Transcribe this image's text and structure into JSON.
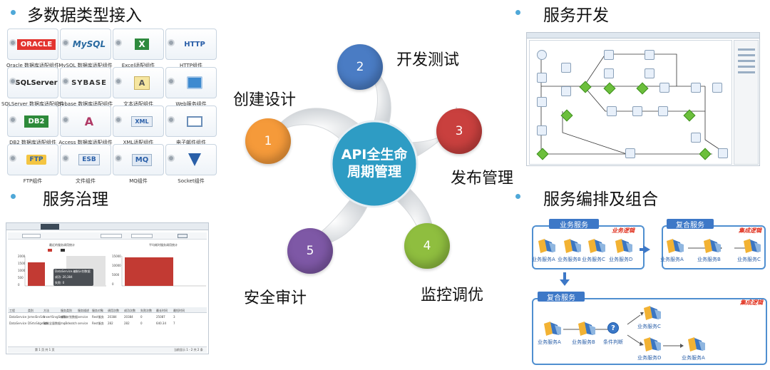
{
  "sections": {
    "data_access": "多数据类型接入",
    "service_dev": "服务开发",
    "governance": "服务治理",
    "orchestration": "服务编排及组合"
  },
  "connectors": [
    {
      "logo": "ORACLE",
      "label": "Oracle 数据库适配组件",
      "icon": "oracle-logo-icon"
    },
    {
      "logo": "MySQL",
      "label": "MySQL 数据库适配组件",
      "icon": "mysql-logo-icon"
    },
    {
      "logo": "X",
      "label": "Excel适配组件",
      "icon": "excel-icon"
    },
    {
      "logo": "HTTP",
      "label": "HTTP组件",
      "icon": "http-icon"
    },
    {
      "logo": "SQLServer",
      "label": "SQLServer 数据库适配组件",
      "icon": "sqlserver-logo-icon"
    },
    {
      "logo": "SYBASE",
      "label": "Sybase 数据库适配组件",
      "icon": "sybase-logo-icon"
    },
    {
      "logo": "A",
      "label": "文本适配组件",
      "icon": "text-file-icon"
    },
    {
      "logo": "",
      "label": "Web服务组件",
      "icon": "web-service-icon"
    },
    {
      "logo": "DB2",
      "label": "DB2 数据库适配组件",
      "icon": "db2-logo-icon"
    },
    {
      "logo": "A",
      "label": "Access 数据库适配组件",
      "icon": "access-icon"
    },
    {
      "logo": "XML",
      "label": "XML适配组件",
      "icon": "xml-file-icon"
    },
    {
      "logo": "",
      "label": "电子邮件组件",
      "icon": "email-icon"
    },
    {
      "logo": "FTP",
      "label": "FTP组件",
      "icon": "ftp-folder-icon"
    },
    {
      "logo": "ESB",
      "label": "文件组件",
      "icon": "file-icon"
    },
    {
      "logo": "MQ",
      "label": "MQ组件",
      "icon": "mq-icon"
    },
    {
      "logo": "",
      "label": "Socket组件",
      "icon": "socket-icon"
    }
  ],
  "lifecycle": {
    "center_line1": "API全生命",
    "center_line2": "周期管理",
    "stages": [
      {
        "num": "1",
        "label": "创建设计",
        "color": "#f59a3a"
      },
      {
        "num": "2",
        "label": "开发测试",
        "color": "#4a7cc4"
      },
      {
        "num": "3",
        "label": "发布管理",
        "color": "#c9403e"
      },
      {
        "num": "4",
        "label": "监控调优",
        "color": "#8fbe3f"
      },
      {
        "num": "5",
        "label": "安全审计",
        "color": "#7e58a6"
      }
    ]
  },
  "orchestration": {
    "business_service": "业务服务",
    "business_logic": "业务逻辑",
    "composite_service": "复合服务",
    "integration_logic": "集成逻辑",
    "svc_a": "业务服务A",
    "svc_b": "业务服务B",
    "svc_c": "业务服务C",
    "svc_d": "业务服务D",
    "condition": "条件判断"
  },
  "governance": {
    "chart1_title": "最近的服务调用统计",
    "chart2_title": "平均耗时服务调用统计",
    "tooltip_l1": "DataService.编制计划数据",
    "tooltip_l2": "成功: 20,384",
    "tooltip_l3": "失败: 0",
    "yaxis1": [
      "2000",
      "1500",
      "1000",
      "500",
      "0"
    ],
    "yaxis2": [
      "15000",
      "10000",
      "5000",
      "0"
    ],
    "col_headers": [
      "工程",
      "类别",
      "方法",
      "服务类别",
      "服务描述",
      "服务对象",
      "调用次数",
      "成功次数",
      "失败次数",
      "最长时间",
      "最短时间"
    ],
    "row1": [
      "DataService",
      "JsmeiSrvSrb",
      "InsertSrvgSrvFile",
      "编制计划数据",
      "service",
      "Rest服务",
      "20384",
      "20384",
      "0",
      "25087",
      "3"
    ],
    "row2": [
      "DataService",
      "DSrtvSdgeSrb",
      "编制全量数据",
      "mqBdeatch",
      "service",
      "Rest服务",
      "282",
      "282",
      "0",
      "640.34",
      "7"
    ],
    "status": "当前显示 1 - 2 共 2 条",
    "pager": "第 1 页 共 1 页"
  }
}
